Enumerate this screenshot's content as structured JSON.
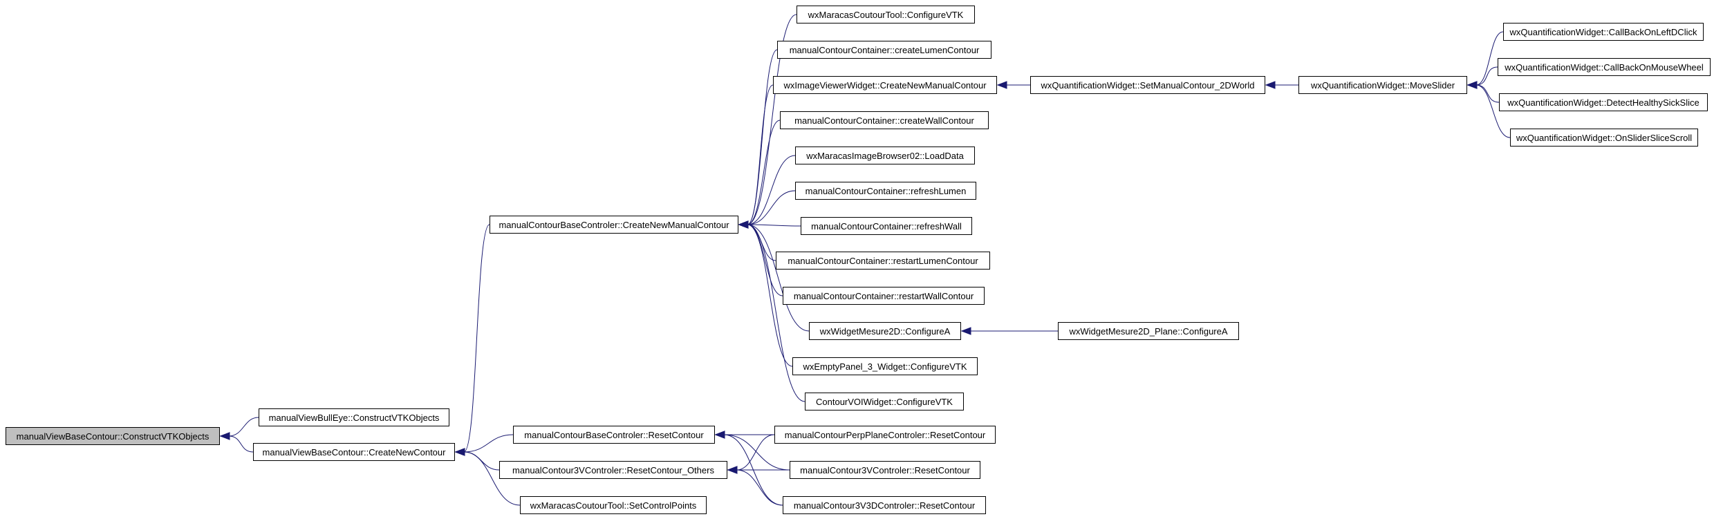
{
  "colors": {
    "edge": "#191970",
    "root_fill": "#bfbfbf",
    "node_fill": "#ffffff",
    "node_border": "#000000"
  },
  "nodes": {
    "n1": "manualViewBaseContour::ConstructVTKObjects",
    "n2": "manualViewBullEye::ConstructVTKObjects",
    "n3": "manualViewBaseContour::CreateNewContour",
    "n4": "manualContourBaseControler::CreateNewManualContour",
    "n5": "manualContourBaseControler::ResetContour",
    "n6": "manualContour3VControler::ResetContour_Others",
    "n7": "wxMaracasCoutourTool::SetControlPoints",
    "n8": "wxMaracasCoutourTool::ConfigureVTK",
    "n9": "manualContourContainer::createLumenContour",
    "n10": "wxImageViewerWidget::CreateNewManualContour",
    "n11": "manualContourContainer::createWallContour",
    "n12": "wxMaracasImageBrowser02::LoadData",
    "n13": "manualContourContainer::refreshLumen",
    "n14": "manualContourContainer::refreshWall",
    "n15": "manualContourContainer::restartLumenContour",
    "n16": "manualContourContainer::restartWallContour",
    "n17": "wxWidgetMesure2D::ConfigureA",
    "n18": "wxEmptyPanel_3_Widget::ConfigureVTK",
    "n19": "ContourVOIWidget::ConfigureVTK",
    "n20": "manualContourPerpPlaneControler::ResetContour",
    "n21": "manualContour3VControler::ResetContour",
    "n22": "manualContour3V3DControler::ResetContour",
    "n23": "wxQuantificationWidget::SetManualContour_2DWorld",
    "n24": "wxWidgetMesure2D_Plane::ConfigureA",
    "n25": "wxQuantificationWidget::MoveSlider",
    "n26": "wxQuantificationWidget::CallBackOnLeftDClick",
    "n27": "wxQuantificationWidget::CallBackOnMouseWheel",
    "n28": "wxQuantificationWidget::DetectHealthySickSlice",
    "n29": "wxQuantificationWidget::OnSliderSliceScroll"
  },
  "edges": [
    [
      "n2",
      "n1"
    ],
    [
      "n3",
      "n1"
    ],
    [
      "n4",
      "n3"
    ],
    [
      "n5",
      "n3"
    ],
    [
      "n6",
      "n3"
    ],
    [
      "n7",
      "n3"
    ],
    [
      "n8",
      "n4"
    ],
    [
      "n9",
      "n4"
    ],
    [
      "n10",
      "n4"
    ],
    [
      "n11",
      "n4"
    ],
    [
      "n12",
      "n4"
    ],
    [
      "n13",
      "n4"
    ],
    [
      "n14",
      "n4"
    ],
    [
      "n15",
      "n4"
    ],
    [
      "n16",
      "n4"
    ],
    [
      "n17",
      "n4"
    ],
    [
      "n18",
      "n4"
    ],
    [
      "n19",
      "n4"
    ],
    [
      "n20",
      "n5"
    ],
    [
      "n21",
      "n5"
    ],
    [
      "n22",
      "n5"
    ],
    [
      "n20",
      "n6"
    ],
    [
      "n21",
      "n6"
    ],
    [
      "n22",
      "n6"
    ],
    [
      "n23",
      "n10"
    ],
    [
      "n24",
      "n17"
    ],
    [
      "n25",
      "n23"
    ],
    [
      "n26",
      "n25"
    ],
    [
      "n27",
      "n25"
    ],
    [
      "n28",
      "n25"
    ],
    [
      "n29",
      "n25"
    ]
  ]
}
